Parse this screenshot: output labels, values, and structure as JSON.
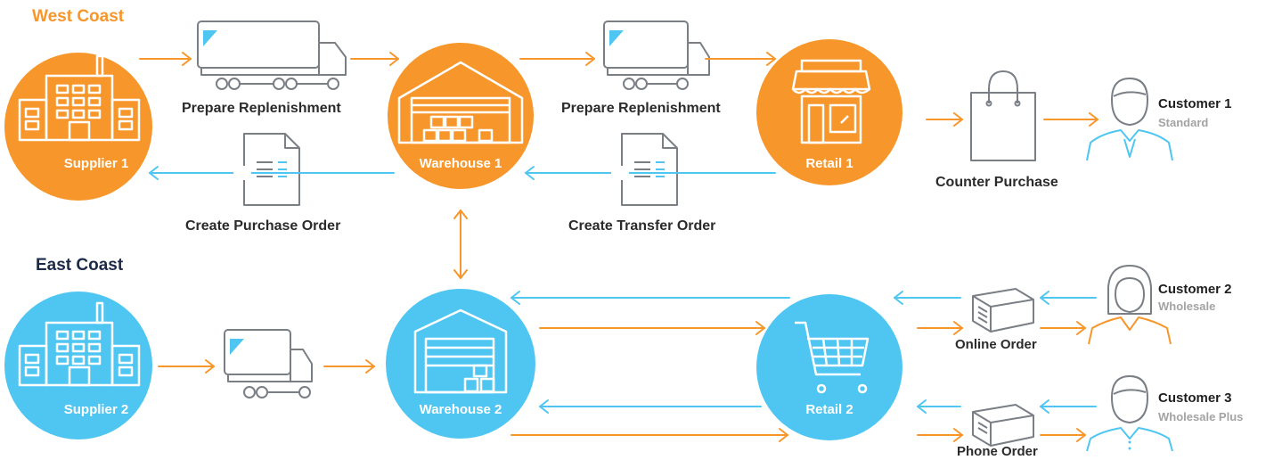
{
  "colors": {
    "orange": "#f7962a",
    "blue": "#4fc6f2",
    "icon_gray": "#7a7f86",
    "white": "#ffffff"
  },
  "regions": {
    "west": "West Coast",
    "east": "East Coast"
  },
  "nodes": {
    "supplier1": "Supplier 1",
    "warehouse1": "Warehouse 1",
    "retail1": "Retail 1",
    "supplier2": "Supplier 2",
    "warehouse2": "Warehouse 2",
    "retail2": "Retail 2"
  },
  "steps": {
    "prepare_replenishment_1": "Prepare Replenishment",
    "prepare_replenishment_2": "Prepare Replenishment",
    "create_purchase_order": "Create Purchase Order",
    "create_transfer_order": "Create Transfer Order",
    "counter_purchase": "Counter Purchase",
    "online_order": "Online Order",
    "phone_order": "Phone Order"
  },
  "customers": [
    {
      "name": "Customer 1",
      "tier": "Standard"
    },
    {
      "name": "Customer 2",
      "tier": "Wholesale"
    },
    {
      "name": "Customer 3",
      "tier": "Wholesale Plus"
    }
  ],
  "icons": [
    "factory-icon",
    "truck-icon",
    "warehouse-icon",
    "storefront-icon",
    "document-icon",
    "shopping-bag-icon",
    "cart-icon",
    "parcel-icon",
    "person-icon"
  ]
}
